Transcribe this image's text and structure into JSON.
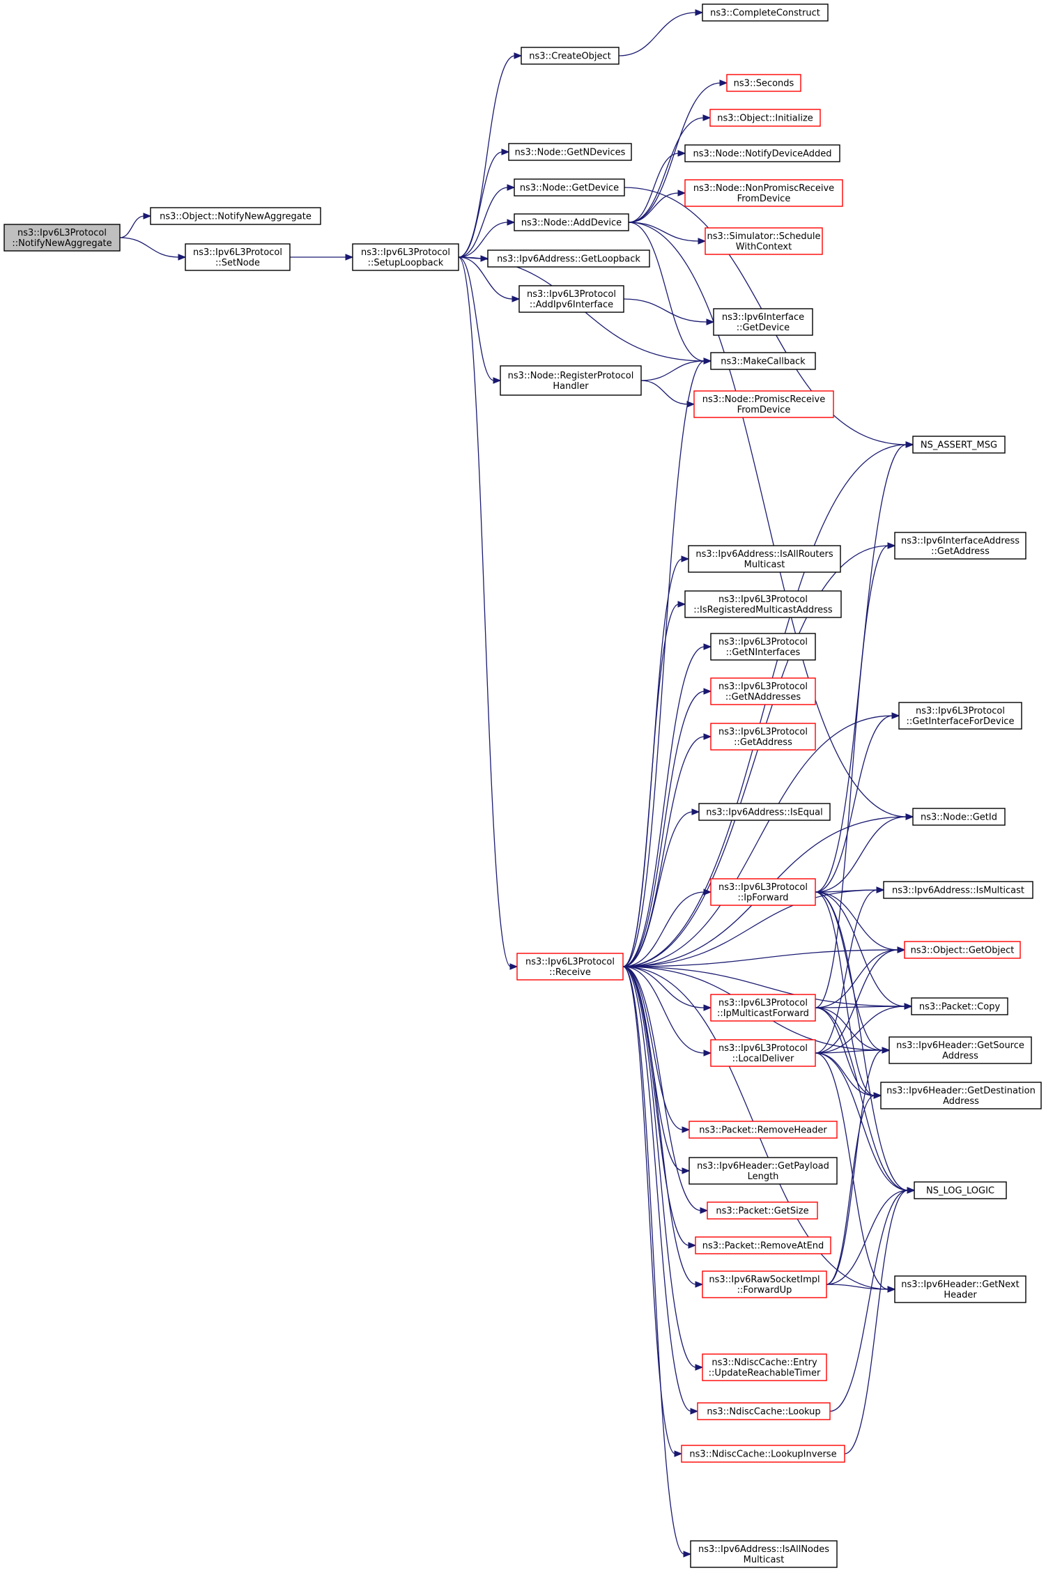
{
  "colors": {
    "edge": "#191970",
    "border_normal": "#000000",
    "border_truncated": "#ff0000",
    "fill_root": "#bfbfbf",
    "fill_normal": "#ffffff"
  },
  "nodes": [
    {
      "id": "root",
      "lines": [
        "ns3::Ipv6L3Protocol",
        "::NotifyNewAggregate"
      ],
      "style": "root"
    },
    {
      "id": "obj_notify",
      "lines": [
        "ns3::Object::NotifyNewAggregate"
      ],
      "style": "normal"
    },
    {
      "id": "setnode",
      "lines": [
        "ns3::Ipv6L3Protocol",
        "::SetNode"
      ],
      "style": "normal"
    },
    {
      "id": "setuploop",
      "lines": [
        "ns3::Ipv6L3Protocol",
        "::SetupLoopback"
      ],
      "style": "normal"
    },
    {
      "id": "complete",
      "lines": [
        "ns3::CompleteConstruct"
      ],
      "style": "normal"
    },
    {
      "id": "createobj",
      "lines": [
        "ns3::CreateObject"
      ],
      "style": "normal"
    },
    {
      "id": "seconds",
      "lines": [
        "ns3::Seconds"
      ],
      "style": "truncated"
    },
    {
      "id": "objinit",
      "lines": [
        "ns3::Object::Initialize"
      ],
      "style": "truncated"
    },
    {
      "id": "getndev",
      "lines": [
        "ns3::Node::GetNDevices"
      ],
      "style": "normal"
    },
    {
      "id": "notifydev",
      "lines": [
        "ns3::Node::NotifyDeviceAdded"
      ],
      "style": "normal"
    },
    {
      "id": "getdevice",
      "lines": [
        "ns3::Node::GetDevice"
      ],
      "style": "normal"
    },
    {
      "id": "nonpromisc",
      "lines": [
        "ns3::Node::NonPromiscReceive",
        "FromDevice"
      ],
      "style": "truncated"
    },
    {
      "id": "adddevice",
      "lines": [
        "ns3::Node::AddDevice"
      ],
      "style": "normal"
    },
    {
      "id": "schedule",
      "lines": [
        "ns3::Simulator::Schedule",
        "WithContext"
      ],
      "style": "truncated"
    },
    {
      "id": "getloop",
      "lines": [
        "ns3::Ipv6Address::GetLoopback"
      ],
      "style": "normal"
    },
    {
      "id": "addif",
      "lines": [
        "ns3::Ipv6L3Protocol",
        "::AddIpv6Interface"
      ],
      "style": "normal"
    },
    {
      "id": "ifgetdev",
      "lines": [
        "ns3::Ipv6Interface",
        "::GetDevice"
      ],
      "style": "normal"
    },
    {
      "id": "makecb",
      "lines": [
        "ns3::MakeCallback"
      ],
      "style": "normal"
    },
    {
      "id": "reghandler",
      "lines": [
        "ns3::Node::RegisterProtocol",
        "Handler"
      ],
      "style": "normal"
    },
    {
      "id": "promisc",
      "lines": [
        "ns3::Node::PromiscReceive",
        "FromDevice"
      ],
      "style": "truncated"
    },
    {
      "id": "assert",
      "lines": [
        "NS_ASSERT_MSG"
      ],
      "style": "normal"
    },
    {
      "id": "ifaddr",
      "lines": [
        "ns3::Ipv6InterfaceAddress",
        "::GetAddress"
      ],
      "style": "normal"
    },
    {
      "id": "allrouters",
      "lines": [
        "ns3::Ipv6Address::IsAllRouters",
        "Multicast"
      ],
      "style": "normal"
    },
    {
      "id": "isregmc",
      "lines": [
        "ns3::Ipv6L3Protocol",
        "::IsRegisteredMulticastAddress"
      ],
      "style": "normal"
    },
    {
      "id": "getnif",
      "lines": [
        "ns3::Ipv6L3Protocol",
        "::GetNInterfaces"
      ],
      "style": "normal"
    },
    {
      "id": "getnaddr",
      "lines": [
        "ns3::Ipv6L3Protocol",
        "::GetNAddresses"
      ],
      "style": "truncated"
    },
    {
      "id": "getaddress",
      "lines": [
        "ns3::Ipv6L3Protocol",
        "::GetAddress"
      ],
      "style": "truncated"
    },
    {
      "id": "getiffordev",
      "lines": [
        "ns3::Ipv6L3Protocol",
        "::GetInterfaceForDevice"
      ],
      "style": "normal"
    },
    {
      "id": "isequal",
      "lines": [
        "ns3::Ipv6Address::IsEqual"
      ],
      "style": "normal"
    },
    {
      "id": "getid",
      "lines": [
        "ns3::Node::GetId"
      ],
      "style": "normal"
    },
    {
      "id": "ipforward",
      "lines": [
        "ns3::Ipv6L3Protocol",
        "::IpForward"
      ],
      "style": "truncated"
    },
    {
      "id": "ismc",
      "lines": [
        "ns3::Ipv6Address::IsMulticast"
      ],
      "style": "normal"
    },
    {
      "id": "receive",
      "lines": [
        "ns3::Ipv6L3Protocol",
        "::Receive"
      ],
      "style": "truncated"
    },
    {
      "id": "getobject",
      "lines": [
        "ns3::Object::GetObject"
      ],
      "style": "truncated"
    },
    {
      "id": "ipmcfwd",
      "lines": [
        "ns3::Ipv6L3Protocol",
        "::IpMulticastForward"
      ],
      "style": "truncated"
    },
    {
      "id": "pktcopy",
      "lines": [
        "ns3::Packet::Copy"
      ],
      "style": "normal"
    },
    {
      "id": "localdeliver",
      "lines": [
        "ns3::Ipv6L3Protocol",
        "::LocalDeliver"
      ],
      "style": "truncated"
    },
    {
      "id": "getsrc",
      "lines": [
        "ns3::Ipv6Header::GetSource",
        "Address"
      ],
      "style": "normal"
    },
    {
      "id": "getdst",
      "lines": [
        "ns3::Ipv6Header::GetDestination",
        "Address"
      ],
      "style": "normal"
    },
    {
      "id": "removehdr",
      "lines": [
        "ns3::Packet::RemoveHeader"
      ],
      "style": "truncated"
    },
    {
      "id": "getpayload",
      "lines": [
        "ns3::Ipv6Header::GetPayload",
        "Length"
      ],
      "style": "normal"
    },
    {
      "id": "loglogic",
      "lines": [
        "NS_LOG_LOGIC"
      ],
      "style": "normal"
    },
    {
      "id": "getsize",
      "lines": [
        "ns3::Packet::GetSize"
      ],
      "style": "truncated"
    },
    {
      "id": "removeend",
      "lines": [
        "ns3::Packet::RemoveAtEnd"
      ],
      "style": "truncated"
    },
    {
      "id": "rawfwdup",
      "lines": [
        "ns3::Ipv6RawSocketImpl",
        "::ForwardUp"
      ],
      "style": "truncated"
    },
    {
      "id": "getnext",
      "lines": [
        "ns3::Ipv6Header::GetNext",
        "Header"
      ],
      "style": "normal"
    },
    {
      "id": "updreach",
      "lines": [
        "ns3::NdiscCache::Entry",
        "::UpdateReachableTimer"
      ],
      "style": "truncated"
    },
    {
      "id": "lookup",
      "lines": [
        "ns3::NdiscCache::Lookup"
      ],
      "style": "truncated"
    },
    {
      "id": "lookupinv",
      "lines": [
        "ns3::NdiscCache::LookupInverse"
      ],
      "style": "truncated"
    },
    {
      "id": "allnodes",
      "lines": [
        "ns3::Ipv6Address::IsAllNodes",
        "Multicast"
      ],
      "style": "normal"
    }
  ]
}
